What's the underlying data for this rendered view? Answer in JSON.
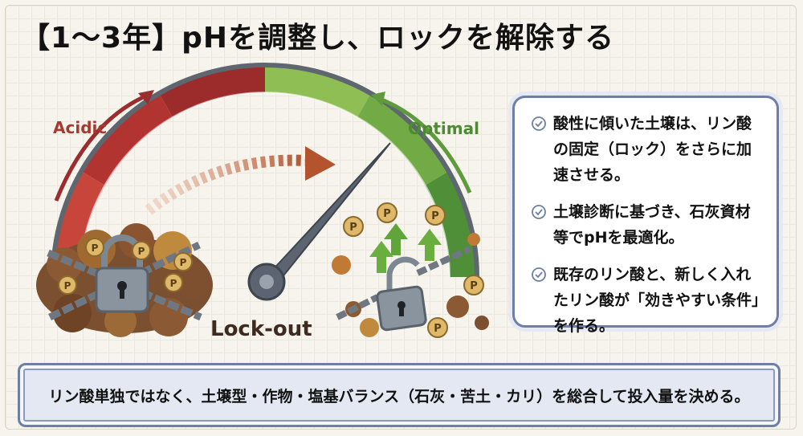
{
  "title": "【1～3年】pHを調整し、ロックを解除する",
  "gauge": {
    "acidic_label": "Acidic",
    "optimal_label": "Optimal",
    "lockout_label": "Lock-out",
    "acidic_color": "#b53a2f",
    "optimal_color": "#5d9a3a",
    "coin_letter": "P"
  },
  "panel": {
    "items": [
      {
        "icon": "check-circle-icon",
        "text": "酸性に傾いた土壌は、リン酸の固定（ロック）をさらに加速させる。"
      },
      {
        "icon": "check-circle-icon",
        "text": "土壌診断に基づき、石灰資材等でpHを最適化。"
      },
      {
        "icon": "check-circle-icon",
        "text": "既存のリン酸と、新しく入れたリン酸が「効きやすい条件」を作る。"
      }
    ]
  },
  "bottom": {
    "text": "リン酸単独ではなく、土壌型・作物・塩基バランス（石灰・苦土・カリ）を総合して投入量を決める。"
  }
}
